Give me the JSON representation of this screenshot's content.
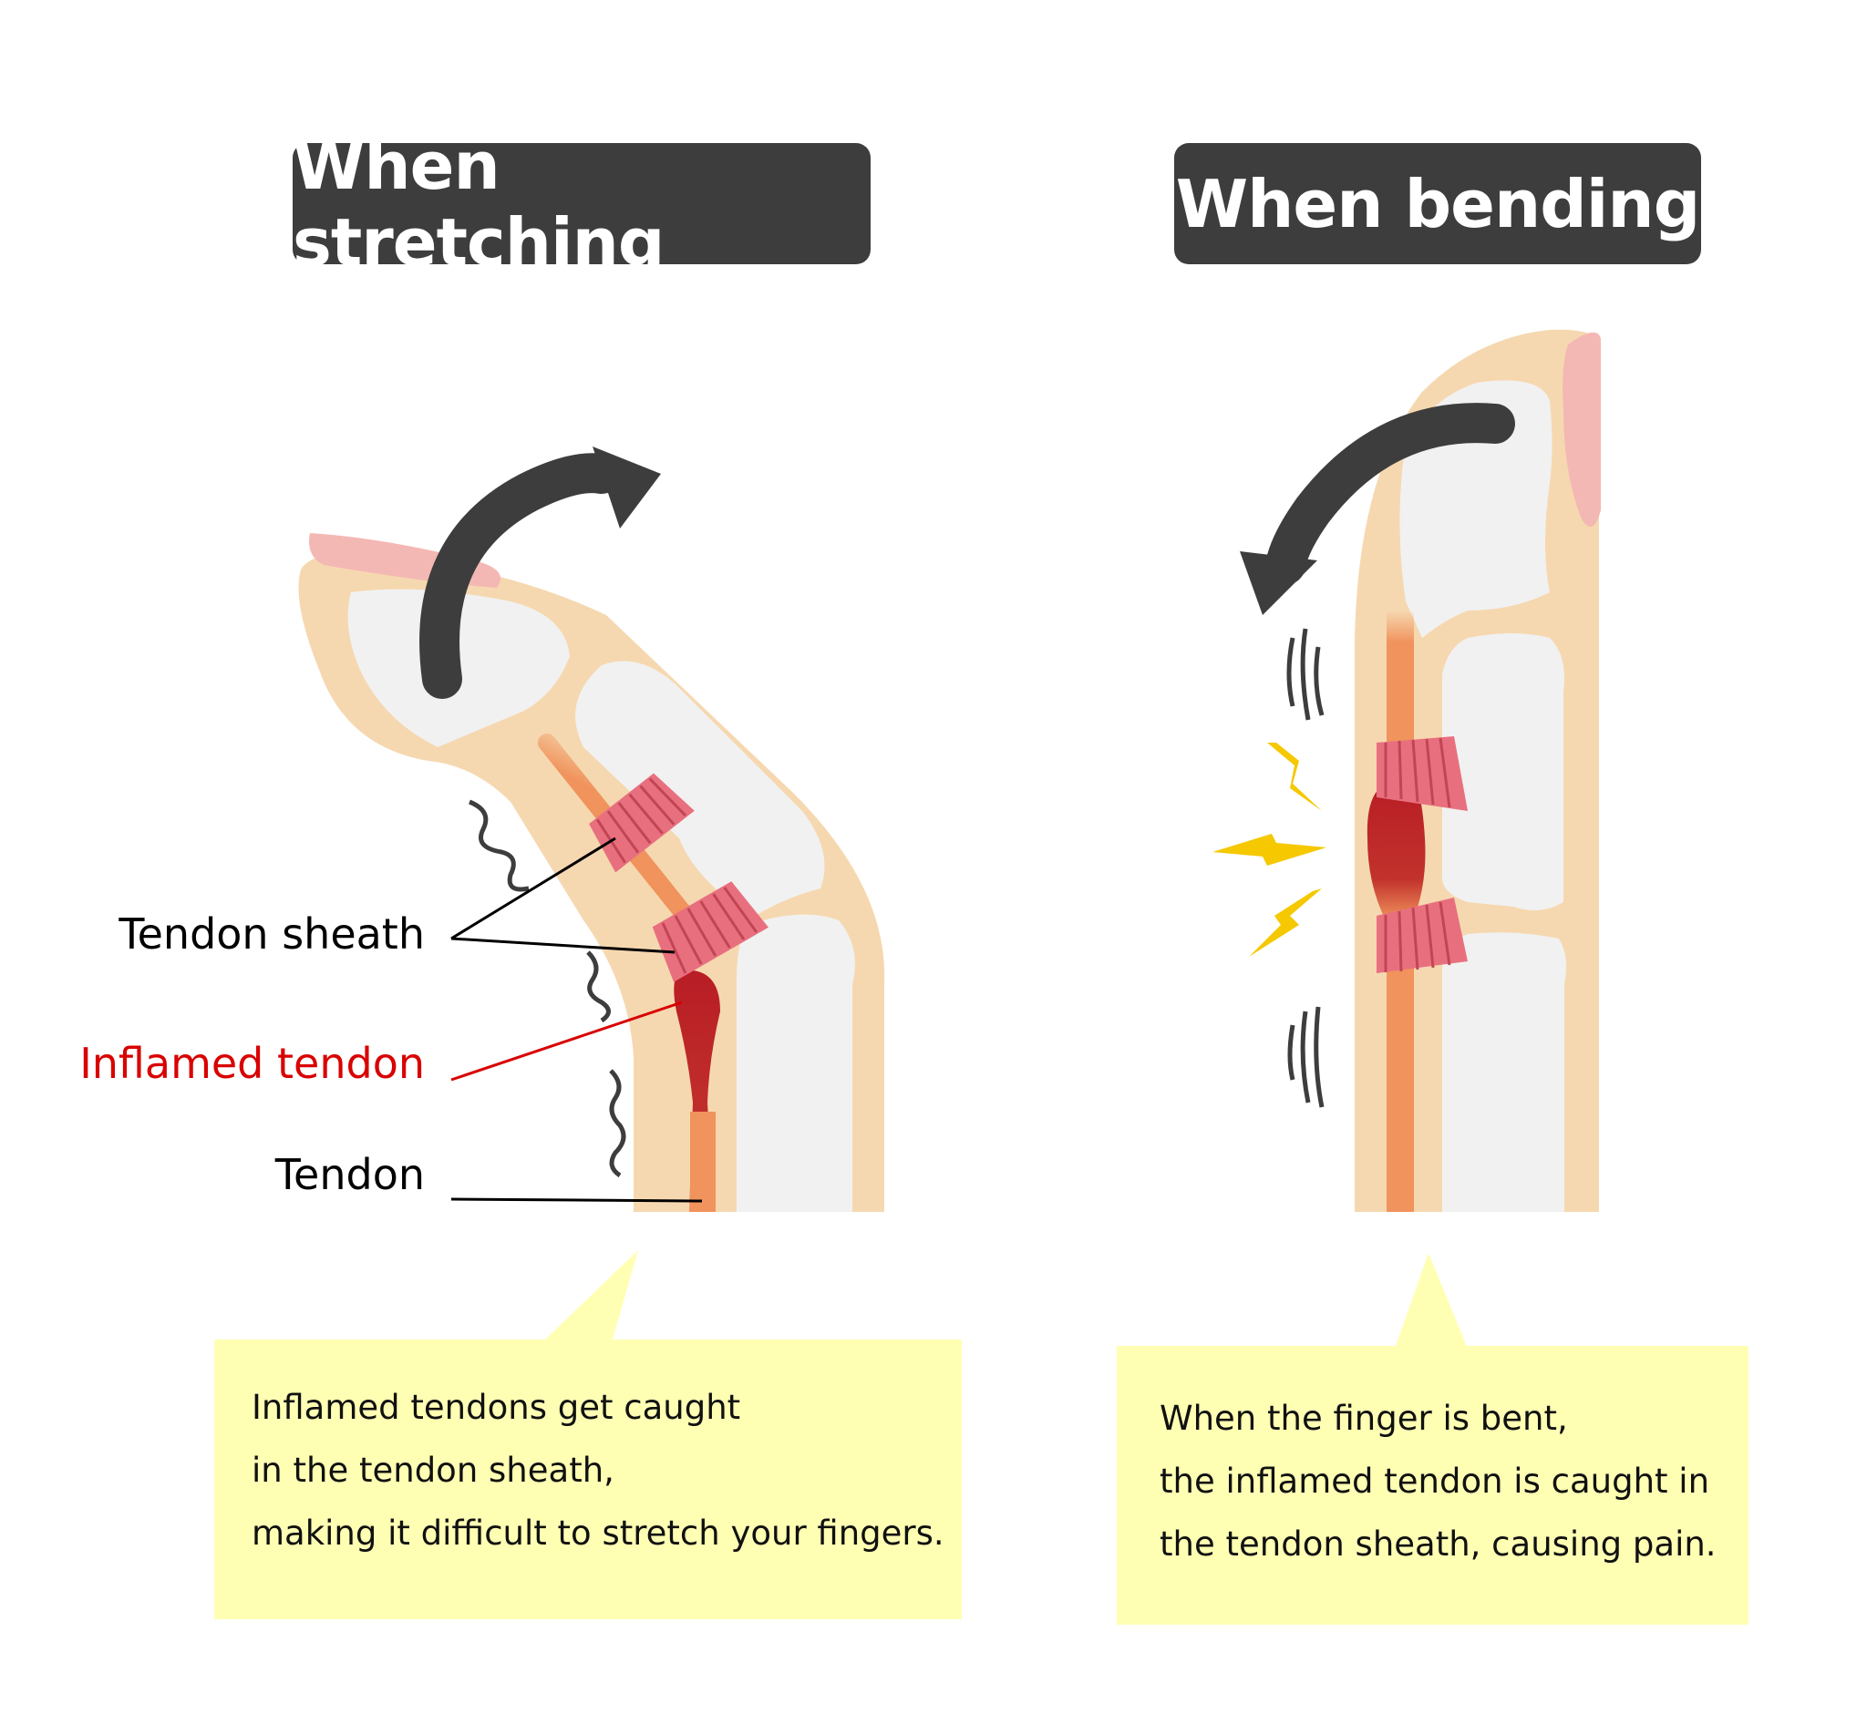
{
  "panels": {
    "left": {
      "title": "When stretching"
    },
    "right": {
      "title": "When bending"
    }
  },
  "labels": {
    "tendon_sheath": "Tendon sheath",
    "inflamed_tendon": "Inflamed tendon",
    "tendon": "Tendon"
  },
  "callouts": {
    "left": {
      "lines": [
        "Inflamed tendons get caught",
        "in the tendon sheath,",
        "making it difficult to stretch your fingers."
      ]
    },
    "right": {
      "lines": [
        "When the finger is bent,",
        "the inflamed tendon is caught in",
        "the tendon sheath, causing pain."
      ]
    }
  },
  "colors": {
    "title_bg": "#3d3d3d",
    "skin": "#f6d8b0",
    "bone": "#f1f1f1",
    "nail": "#f4b8b4",
    "tendon": "#f0935c",
    "inflamed": "#b81d25",
    "sheath": "#e8707e",
    "callout_bg": "#ffffb4",
    "label_red": "#d90000",
    "arrow": "#3d3d3d",
    "lightning": "#f5c800"
  },
  "icons": [
    "curved-arrow-up-icon",
    "curved-arrow-down-icon",
    "lightning-icon",
    "vibration-mark-icon"
  ]
}
